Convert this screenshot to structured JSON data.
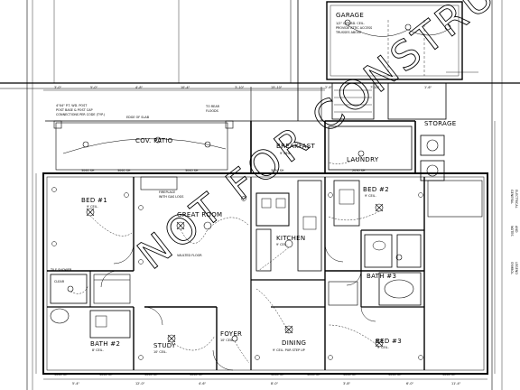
{
  "rooms": {
    "garage": "GARAGE",
    "cov_patio": "COV. PATIO",
    "breakfast": "BREAKFAST",
    "storage": "STORAGE",
    "laundry": "LAUNDRY",
    "bed1": "BED #1",
    "great_room": "GREAT ROOM",
    "kitchen": "KITCHEN",
    "bed2": "BED #2",
    "bath3": "BATH #3",
    "bed3": "BED #3",
    "bath2": "BATH #2",
    "study": "STUDY",
    "foyer": "FOYER",
    "dining": "DINING"
  },
  "notes": {
    "garage_note_1": "1/2\" GYP. BD. CEIL.",
    "garage_note_2": "PROVIDE ATTIC ACCESS",
    "garage_note_3": "TRUSSES ABOVE",
    "post_note_1": "4\"X4\" P.T. WD. POST",
    "post_note_2": "POST BASE & POST CAP",
    "post_note_3": "CONNECTIONS PER CODE (TYP.)",
    "edge_slab": "EDGE OF SLAB",
    "to_rear": "TO REAR",
    "floods": "FLOODS",
    "fireplace_1": "FIREPLACE",
    "fireplace_2": "WITH GAS LOGS",
    "vaulted_floor": "VAULTED FLOOR",
    "ceil_9": "9' CEIL.",
    "ceil_9_pur": "9' CEIL. PUR STEP UP",
    "ceil_10": "10' CEIL.",
    "ceil_8": "8' CEIL.",
    "bath_note": "TILE SHOWER",
    "clear": "CLEAR"
  },
  "dimensions": [
    "3'-0\"",
    "5'-0\"",
    "4'-8\"",
    "10'-4\"",
    "3'-10\"",
    "15'-10\"",
    "5'-4\"",
    "12'-0\"",
    "4'-6\"",
    "8'-0\"",
    "3'-8\"",
    "6'-0\"",
    "11'-4\"",
    "2'-6\"",
    "7'-10\"",
    "1'-6\""
  ],
  "window_tags": [
    "3060 SH",
    "3060 SH",
    "3040 SH",
    "3050 SH",
    "2030 SH",
    "3060 SH",
    "3060 SH",
    "3060 SH",
    "3060 SH",
    "3060 SH",
    "3060 SH",
    "3060 SH",
    "3060 SH",
    "3060 SH"
  ],
  "sheet_notes_right": [
    "GENERAL",
    "ELECTRICAL",
    "NOTES",
    "AND",
    "SYMBOL",
    "LEGEND"
  ],
  "watermark": "NOT FOR CONSTRUCTION"
}
